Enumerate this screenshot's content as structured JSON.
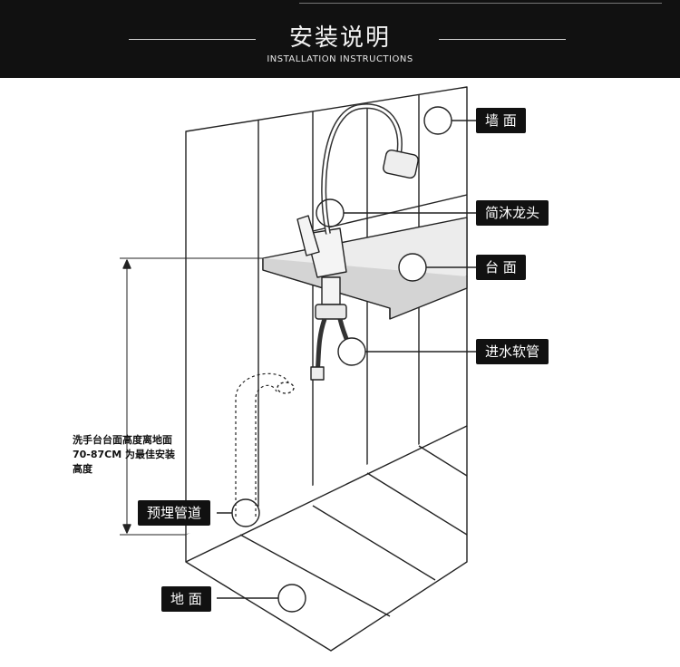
{
  "header": {
    "title": "安装说明",
    "subtitle": "INSTALLATION INSTRUCTIONS"
  },
  "labels": {
    "wall": "墙 面",
    "faucet": "简沐龙头",
    "counter": "台 面",
    "inlet_hose": "进水软管",
    "embedded_pipe": "预埋管道",
    "floor": "地 面"
  },
  "height_note": "洗手台台面高度离地面70-87CM 为最佳安装高度",
  "colors": {
    "header_bg": "#111111",
    "tag_bg": "#111111",
    "line": "#222222",
    "counter_fill": "#d9d9d9"
  }
}
